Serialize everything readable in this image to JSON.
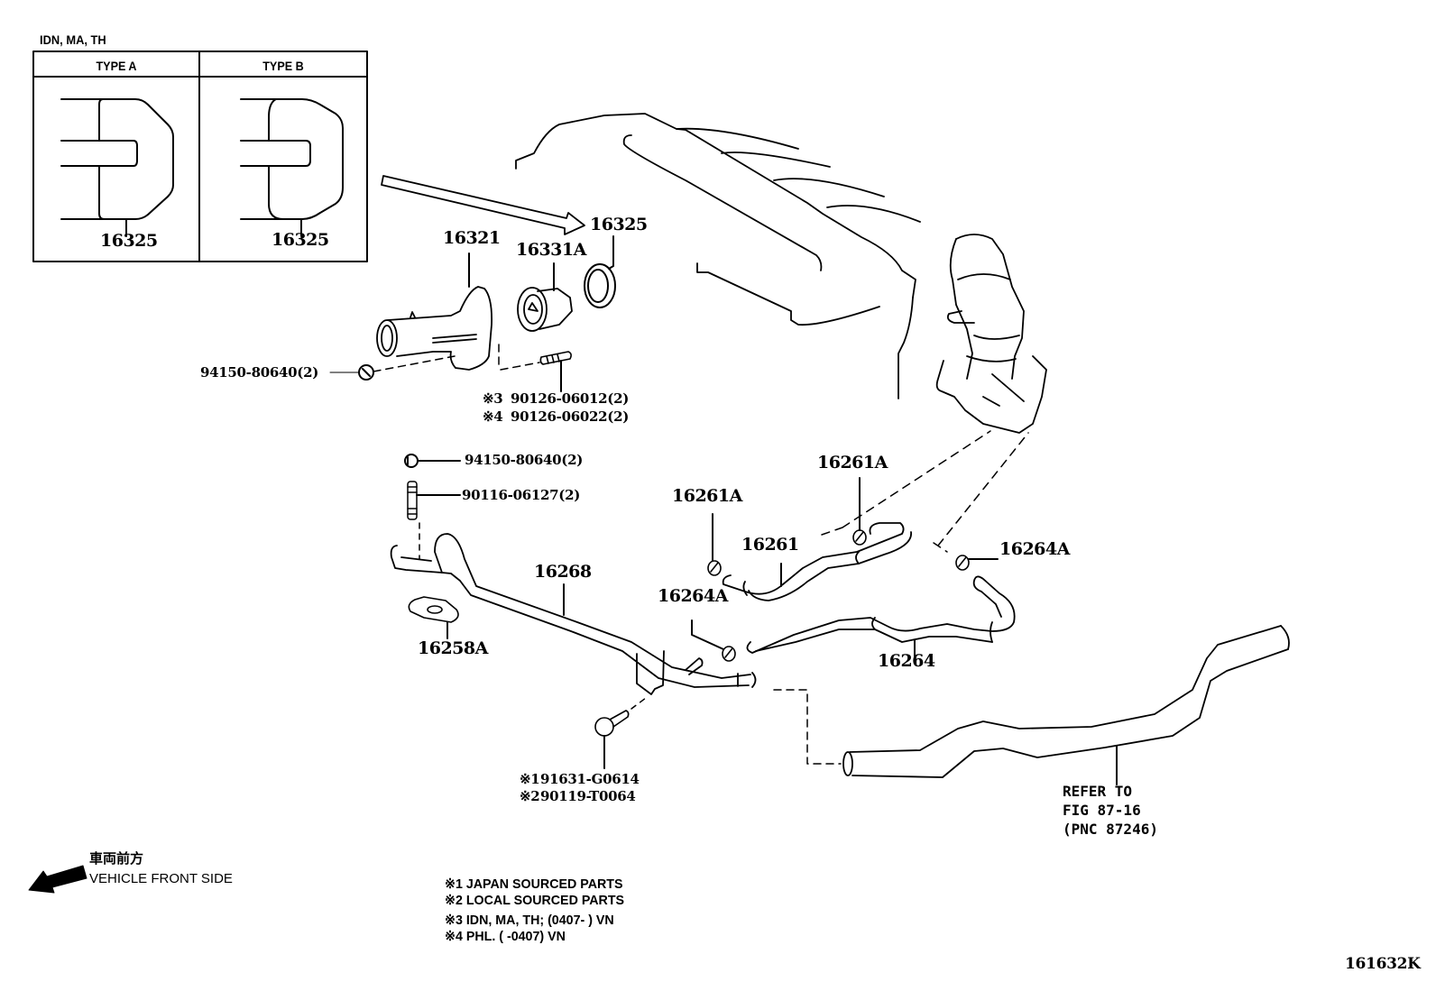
{
  "diagram": {
    "figure_id": "161632K",
    "inset": {
      "caption": "IDN, MA, TH",
      "columns": [
        {
          "header": "TYPE A",
          "part": "16325"
        },
        {
          "header": "TYPE B",
          "part": "16325"
        }
      ]
    },
    "callouts": {
      "p16321": "16321",
      "p16331A": "16331A",
      "p16325": "16325",
      "nut_upper": "94150-80640(2)",
      "stud_upper_1_mark": "※3",
      "stud_upper_1": "90126-06012(2)",
      "stud_upper_2_mark": "※4",
      "stud_upper_2": "90126-06022(2)",
      "nut_lower": "94150-80640(2)",
      "stud_lower": "90116-06127(2)",
      "p16268": "16268",
      "p16258A": "16258A",
      "bolt_1_mark": "※1",
      "bolt_1": "91631-G0614",
      "bolt_2_mark": "※2",
      "bolt_2": "90119-T0064",
      "p16261A_left": "16261A",
      "p16261A_top": "16261A",
      "p16261": "16261",
      "p16264A_left": "16264A",
      "p16264A_right": "16264A",
      "p16264": "16264"
    },
    "refer": {
      "line1": "REFER TO",
      "line2": "FIG 87-16",
      "line3": "(PNC 87246)"
    },
    "direction": {
      "jp": "車両前方",
      "en": "VEHICLE FRONT SIDE"
    },
    "notes": [
      "※1 JAPAN SOURCED PARTS",
      "※2 LOCAL SOURCED PARTS",
      "※3 IDN, MA, TH; (0407-      ) VN",
      "※4 PHL. (      -0407) VN"
    ]
  }
}
